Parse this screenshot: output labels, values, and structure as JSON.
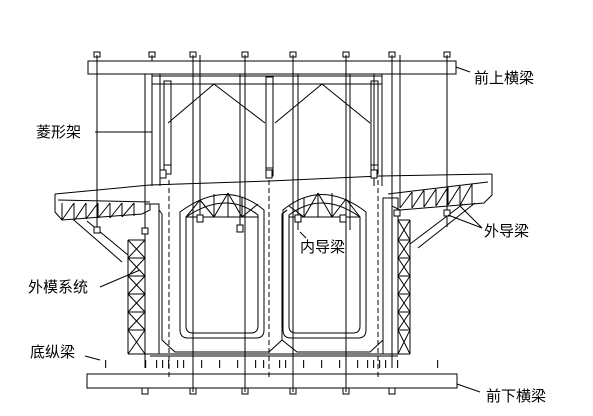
{
  "labels": {
    "front_upper_beam": "前上横梁",
    "diamond_frame": "菱形架",
    "inner_guide_beam": "内导梁",
    "outer_guide_beam": "外导梁",
    "outer_form_system": "外模系统",
    "bottom_longitudinal_beam": "底纵梁",
    "front_lower_beam": "前下横梁"
  },
  "marks": {
    "bottom_longitudinal_beam_mark": "I"
  },
  "colors": {
    "line": "#000000",
    "background": "#ffffff"
  }
}
